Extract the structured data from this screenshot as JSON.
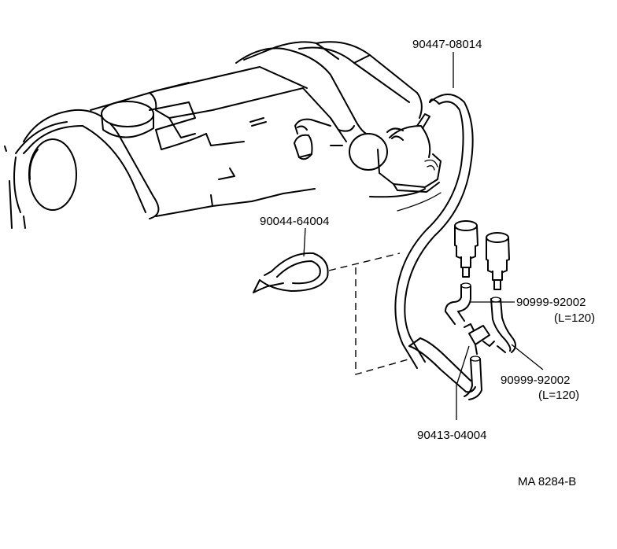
{
  "parts": [
    {
      "id": "hose-main",
      "number": "90447-08014",
      "note": ""
    },
    {
      "id": "clamp",
      "number": "90044-64004",
      "note": ""
    },
    {
      "id": "hose-upper-right",
      "number": "90999-92002",
      "note": "(L=120)"
    },
    {
      "id": "hose-lower-right",
      "number": "90999-92002",
      "note": "(L=120)"
    },
    {
      "id": "three-way",
      "number": "90413-04004",
      "note": ""
    }
  ],
  "drawing_code": "MA 8284-B"
}
